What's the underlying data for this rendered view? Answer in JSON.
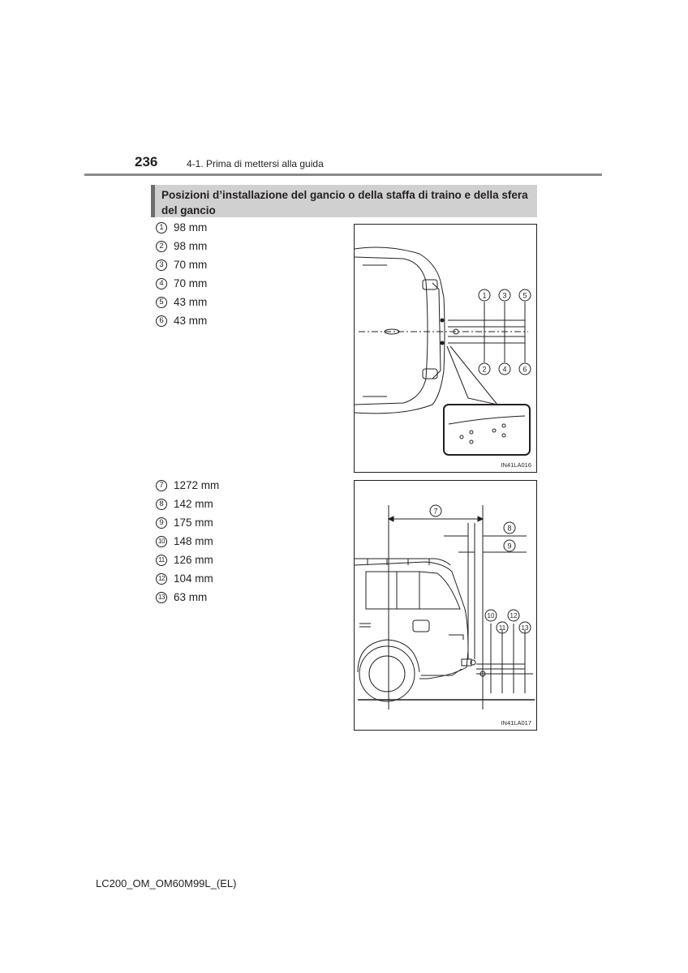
{
  "header": {
    "page_number": "236",
    "breadcrumb": "4-1. Prima di mettersi alla guida"
  },
  "section": {
    "title_line1": "Posizioni d’installazione del gancio o della staffa di traino e della sfera",
    "title_line2": "del gancio"
  },
  "list_top": [
    {
      "num": "1",
      "value": "98 mm"
    },
    {
      "num": "2",
      "value": "98 mm"
    },
    {
      "num": "3",
      "value": "70 mm"
    },
    {
      "num": "4",
      "value": "70 mm"
    },
    {
      "num": "5",
      "value": "43 mm"
    },
    {
      "num": "6",
      "value": "43 mm"
    }
  ],
  "list_bottom": [
    {
      "num": "7",
      "value": "1272 mm"
    },
    {
      "num": "8",
      "value": "142 mm"
    },
    {
      "num": "9",
      "value": "175 mm"
    },
    {
      "num": "10",
      "value": "148 mm"
    },
    {
      "num": "11",
      "value": "126 mm"
    },
    {
      "num": "12",
      "value": "104 mm"
    },
    {
      "num": "13",
      "value": "63 mm"
    }
  ],
  "figure_top": {
    "code": "IN41LA016",
    "labels": [
      "1",
      "3",
      "5",
      "2",
      "4",
      "6"
    ]
  },
  "figure_bottom": {
    "code": "IN41LA017",
    "labels": [
      "7",
      "8",
      "9",
      "10",
      "12",
      "11",
      "13"
    ]
  },
  "footer": {
    "text": "LC200_OM_OM60M99L_(EL)"
  }
}
